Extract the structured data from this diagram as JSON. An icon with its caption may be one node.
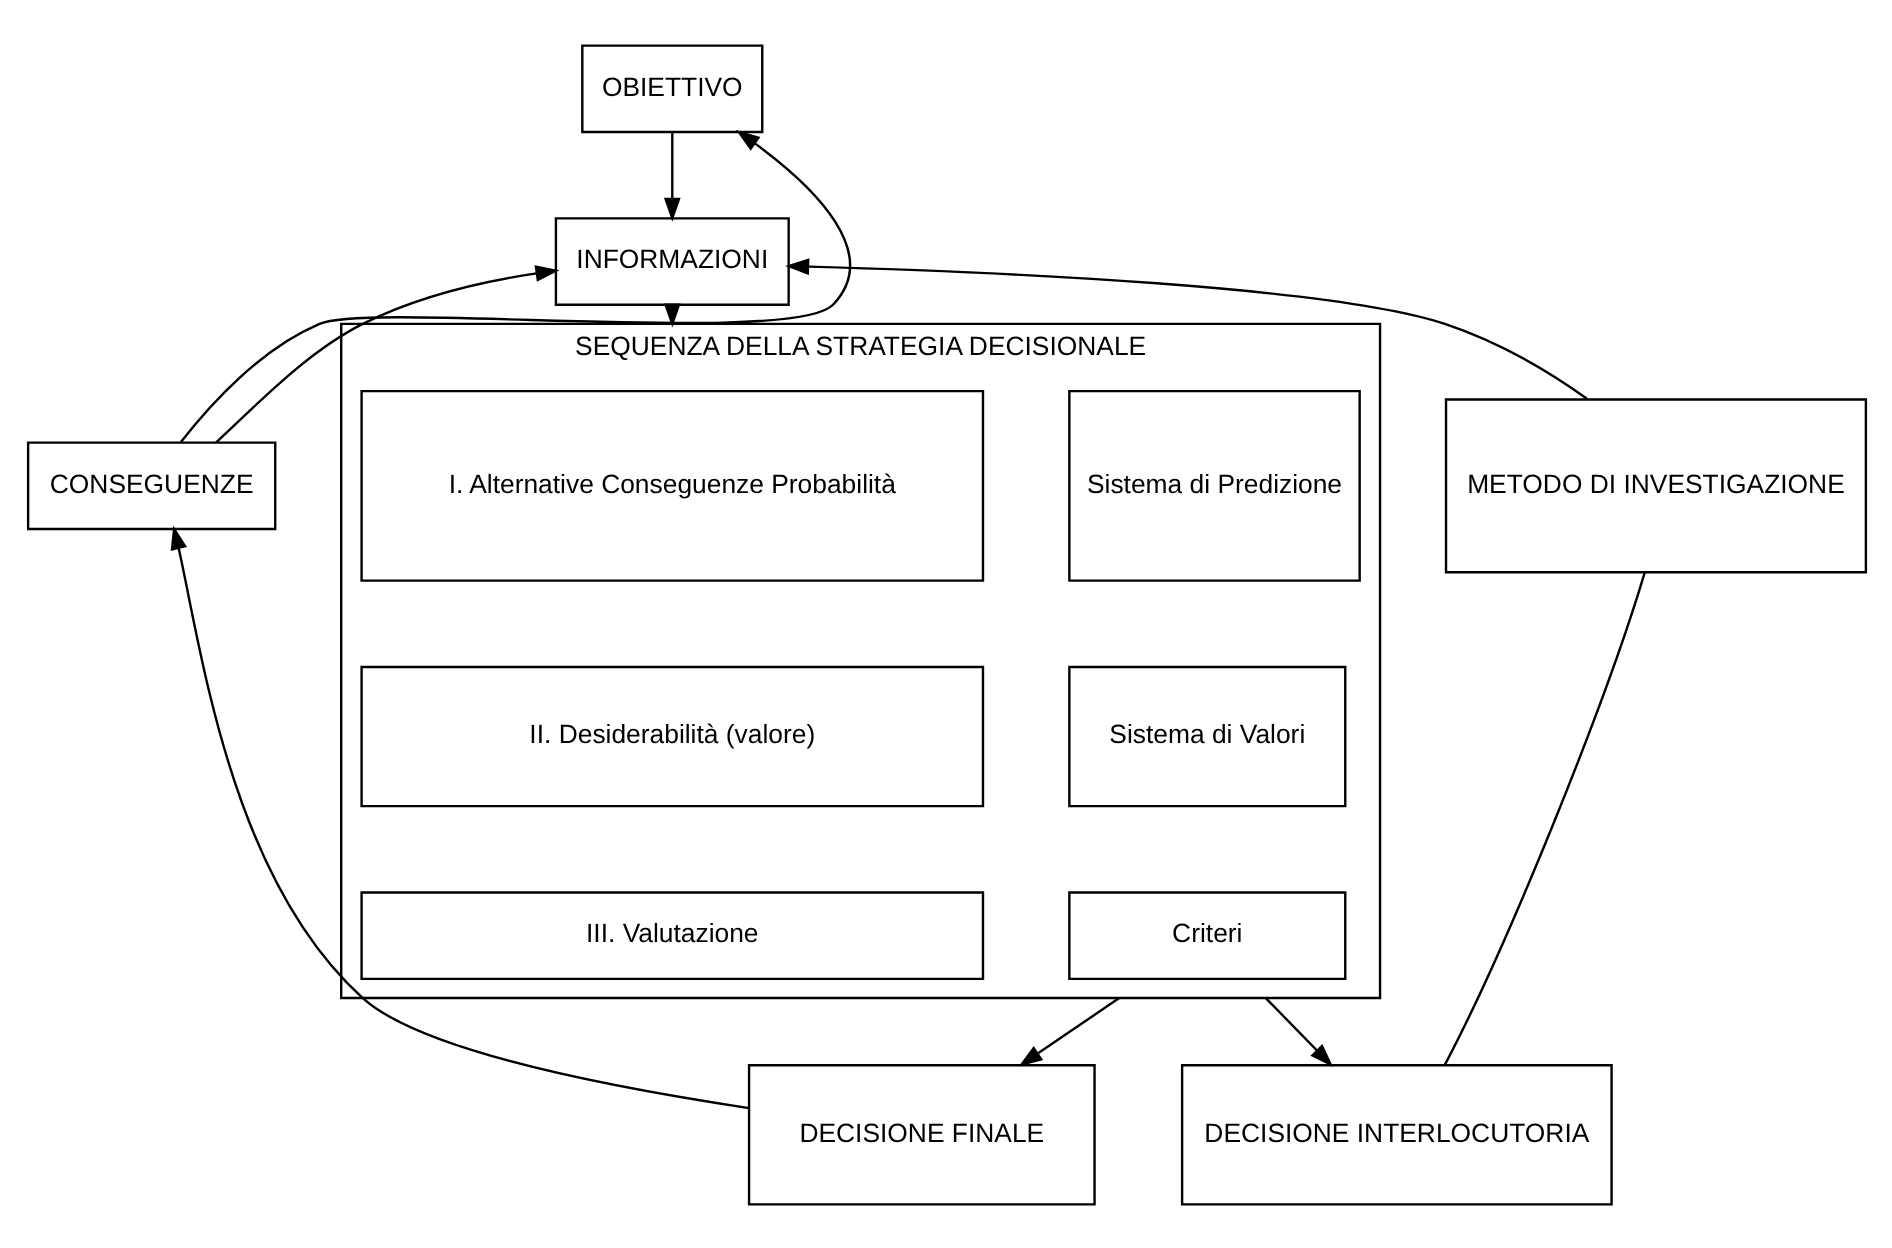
{
  "diagram": {
    "nodes": [
      {
        "text": [
          "OBIETTIVO"
        ]
      },
      {
        "text": [
          "INFORMAZIONI"
        ]
      },
      {
        "text": [
          "SEQUENZA DELLA STRATEGIA DECISIONALE"
        ]
      },
      {
        "text": [
          "I. Alternative Conseguenze Probabilità"
        ],
        "in": 2
      },
      {
        "text": [
          "Sistema di Predizione"
        ],
        "in": 2
      },
      {
        "text": [
          "II. Desiderabilità (valore)"
        ],
        "in": 2
      },
      {
        "text": [
          "Sistema di Valori"
        ],
        "in": 2
      },
      {
        "text": [
          "III. Valutazione"
        ],
        "in": 2
      },
      {
        "text": [
          "Criteri"
        ],
        "in": 2
      },
      {
        "text": [
          "CONSEGUENZE"
        ]
      },
      {
        "text": [
          "METODO DI INVESTIGAZIONE"
        ]
      },
      {
        "text": [
          "DECISIONE FINALE"
        ]
      },
      {
        "text": [
          "DECISIONE INTERLOCUTORIA"
        ]
      }
    ],
    "edges": [
      {
        "from": 9,
        "to": 0,
        "arrow": "to"
      },
      {
        "from": 0,
        "to": 1,
        "arrow": "to"
      },
      {
        "from": 9,
        "to": 1,
        "arrow": "to"
      },
      {
        "from": 10,
        "to": 1,
        "arrow": "to"
      },
      {
        "from": 1,
        "to": 2,
        "arrow": "to"
      },
      {
        "from": 2,
        "to": 11,
        "arrow": "to"
      },
      {
        "from": 2,
        "to": 12,
        "arrow": "to"
      },
      {
        "from": 11,
        "to": 9,
        "arrow": "to"
      },
      {
        "from": 12,
        "to": 10,
        "arrow": "none"
      }
    ]
  }
}
